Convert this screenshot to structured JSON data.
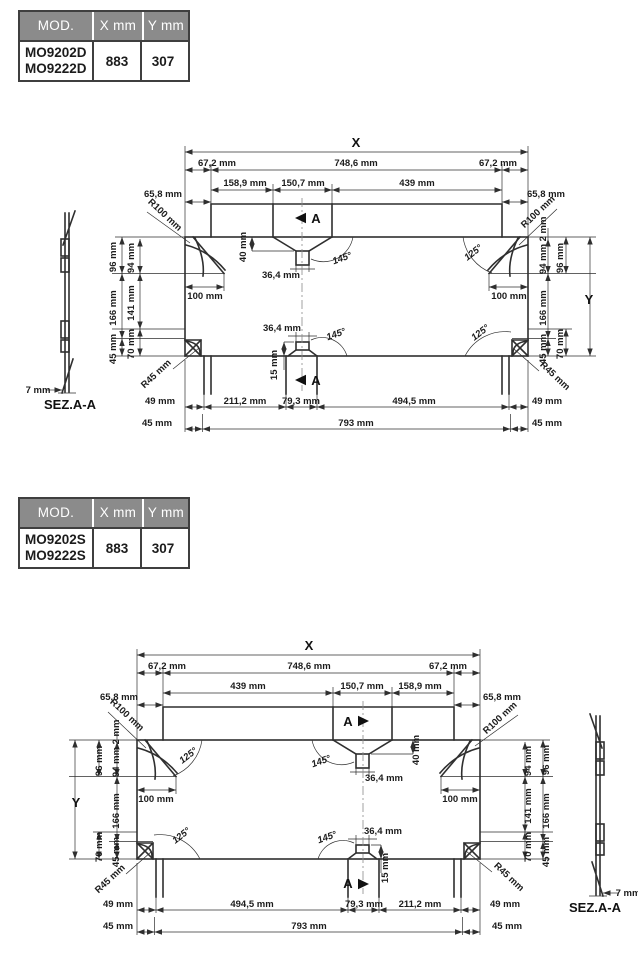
{
  "tables": [
    {
      "col_mod": "MOD.",
      "col_x": "X mm",
      "col_y": "Y mm",
      "model_line1": "MO9202D",
      "model_line2": "MO9222D",
      "x_val": "883",
      "y_val": "307"
    },
    {
      "col_mod": "MOD.",
      "col_x": "X mm",
      "col_y": "Y mm",
      "model_line1": "MO9202S",
      "model_line2": "MO9222S",
      "x_val": "883",
      "y_val": "307"
    }
  ],
  "dims": {
    "x": "X",
    "y": "Y",
    "a": "A",
    "d672": "67,2 mm",
    "d7486": "748,6 mm",
    "d1589": "158,9 mm",
    "d1507": "150,7 mm",
    "d439": "439 mm",
    "d658": "65,8 mm",
    "r100": "R100 mm",
    "r45": "R45 mm",
    "d100": "100 mm",
    "d364": "36,4 mm",
    "d40": "40 mm",
    "d15": "15 mm",
    "a145": "145°",
    "a125": "125°",
    "d2": "2 mm",
    "d94": "94 mm",
    "d96": "96 mm",
    "d141": "141 mm",
    "d166": "166 mm",
    "d45": "45 mm",
    "d70": "70 mm",
    "d49": "49 mm",
    "d2112": "211,2 mm",
    "d793": "79,3 mm",
    "d4945": "494,5 mm",
    "d793t": "793 mm",
    "d7": "7 mm",
    "sez": "SEZ.A-A"
  },
  "colors": {
    "line": "#2f2f2f",
    "text": "#1c1c1c",
    "table_header_bg": "#8b8b8b",
    "table_header_text": "#ffffff",
    "table_border": "#3f3f3f"
  }
}
